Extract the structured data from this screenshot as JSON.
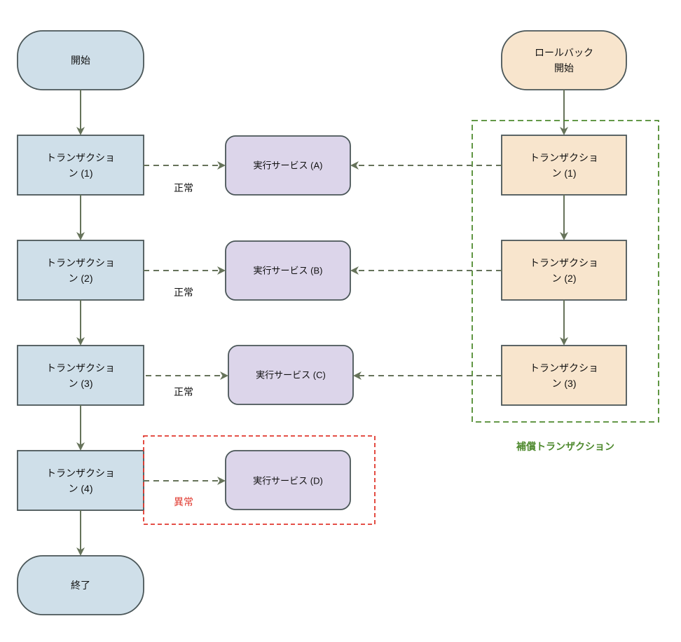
{
  "diagram": {
    "main_flow": {
      "start": "開始",
      "steps": [
        {
          "lines": [
            "トランザクショ",
            "ン (1)"
          ]
        },
        {
          "lines": [
            "トランザクショ",
            "ン (2)"
          ]
        },
        {
          "lines": [
            "トランザクショ",
            "ン (3)"
          ]
        },
        {
          "lines": [
            "トランザクショ",
            "ン (4)"
          ]
        }
      ],
      "end": "終了"
    },
    "services": [
      {
        "label": "実行サービス (A)",
        "result": "正常"
      },
      {
        "label": "実行サービス (B)",
        "result": "正常"
      },
      {
        "label": "実行サービス (C)",
        "result": "正常"
      },
      {
        "label": "実行サービス (D)",
        "result": "異常"
      }
    ],
    "rollback": {
      "start_lines": [
        "ロールバック",
        "開始"
      ],
      "steps": [
        {
          "lines": [
            "トランザクショ",
            "ン (1)"
          ]
        },
        {
          "lines": [
            "トランザクショ",
            "ン (2)"
          ]
        },
        {
          "lines": [
            "トランザクショ",
            "ン (3)"
          ]
        }
      ],
      "group_label": "補償トランザクション"
    }
  },
  "colors": {
    "main_fill": "#cfdfe9",
    "service_fill": "#dcd5ea",
    "rollback_fill": "#f8e5cd",
    "shape_stroke": "#4a5658",
    "arrow": "#66735a",
    "error": "#e0382e",
    "compensation": "#4f8a2f"
  }
}
